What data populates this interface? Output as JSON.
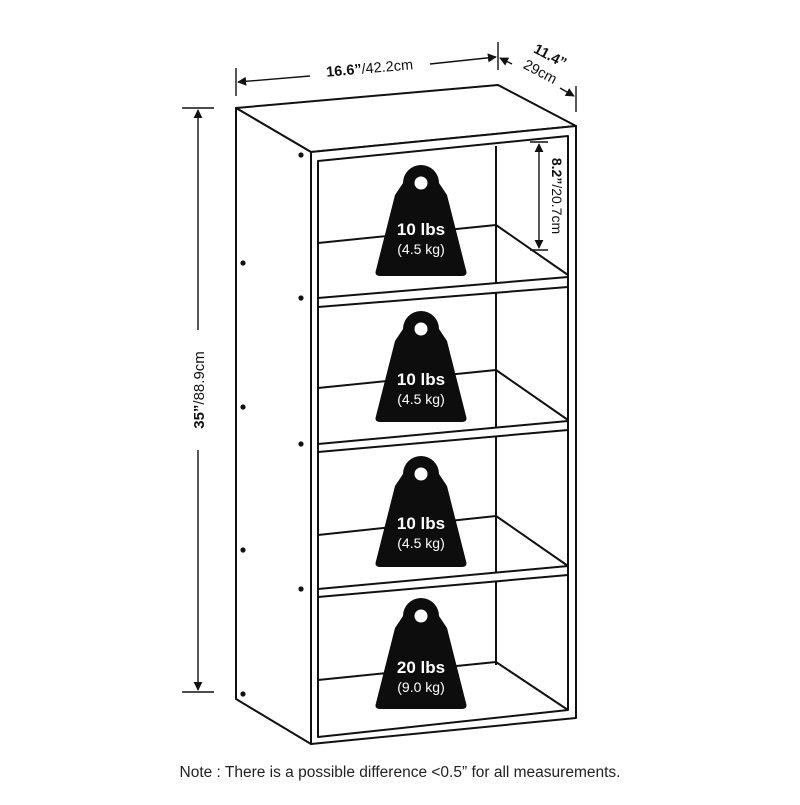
{
  "dimensions": {
    "width": {
      "bold": "16.6”",
      "rest": "/42.2cm"
    },
    "depth": {
      "bold": "11.4”",
      "rest": "29cm"
    },
    "height": {
      "bold": "35”",
      "rest": "/88.9cm"
    },
    "shelf_gap": {
      "bold": "8.2”",
      "rest": "/20.7cm"
    }
  },
  "weights": [
    {
      "lbs": "10 lbs",
      "kg": "(4.5 kg)"
    },
    {
      "lbs": "10 lbs",
      "kg": "(4.5 kg)"
    },
    {
      "lbs": "10 lbs",
      "kg": "(4.5 kg)"
    },
    {
      "lbs": "20 lbs",
      "kg": "(9.0 kg)"
    }
  ],
  "note": "Note : There is a possible difference <0.5” for all measurements.",
  "colors": {
    "line": "#111111",
    "weight_fill": "#0d0d0d",
    "weight_text": "#ffffff"
  }
}
